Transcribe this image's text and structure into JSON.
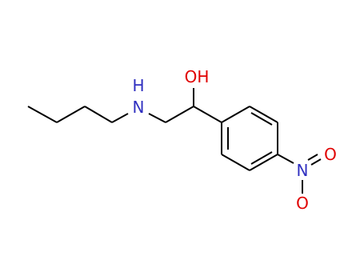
{
  "molecule": {
    "atoms": [
      {
        "id": "nh",
        "label": "H"
      },
      {
        "id": "n_amine",
        "label": "N"
      },
      {
        "id": "oh",
        "label": "OH"
      },
      {
        "id": "n_nitro",
        "label": "N"
      },
      {
        "id": "o_nitro_top",
        "label": "O"
      },
      {
        "id": "o_nitro_bottom",
        "label": "O"
      }
    ],
    "bond_color": "#000000"
  },
  "colors": {
    "nitrogen": "#3030c0",
    "oxygen": "#e00000",
    "carbon": "#000000"
  }
}
